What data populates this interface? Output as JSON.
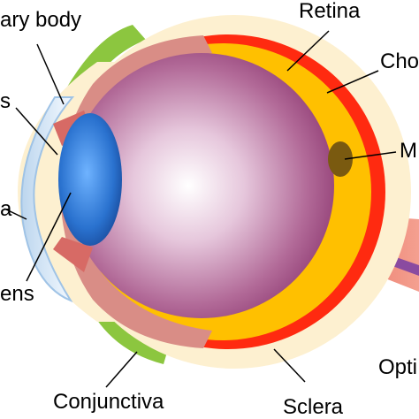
{
  "labels": {
    "ciliary_body": "ary body",
    "retina": "Retina",
    "choroid": "Cho",
    "iris": "s",
    "macula": "M",
    "cornea": "a",
    "lens": "ens",
    "optic_nerve": "Opti",
    "conjunctiva": "Conjunctiva",
    "sclera": "Sclera"
  },
  "colors": {
    "sclera": "#fdf0d0",
    "conjunctiva": "#8cc63f",
    "choroid": "#ff2a10",
    "retina": "#ffc000",
    "vitreous_center": "#ffffff",
    "vitreous_edge": "#9a3d78",
    "ciliary_muscle": "#d98d86",
    "lens": "#1f5fbf",
    "cornea": "#dbeaf7",
    "macula": "#7a5a10",
    "optic_nerve": "#f07a6a",
    "optic_vessel": "#8a4ba0"
  }
}
